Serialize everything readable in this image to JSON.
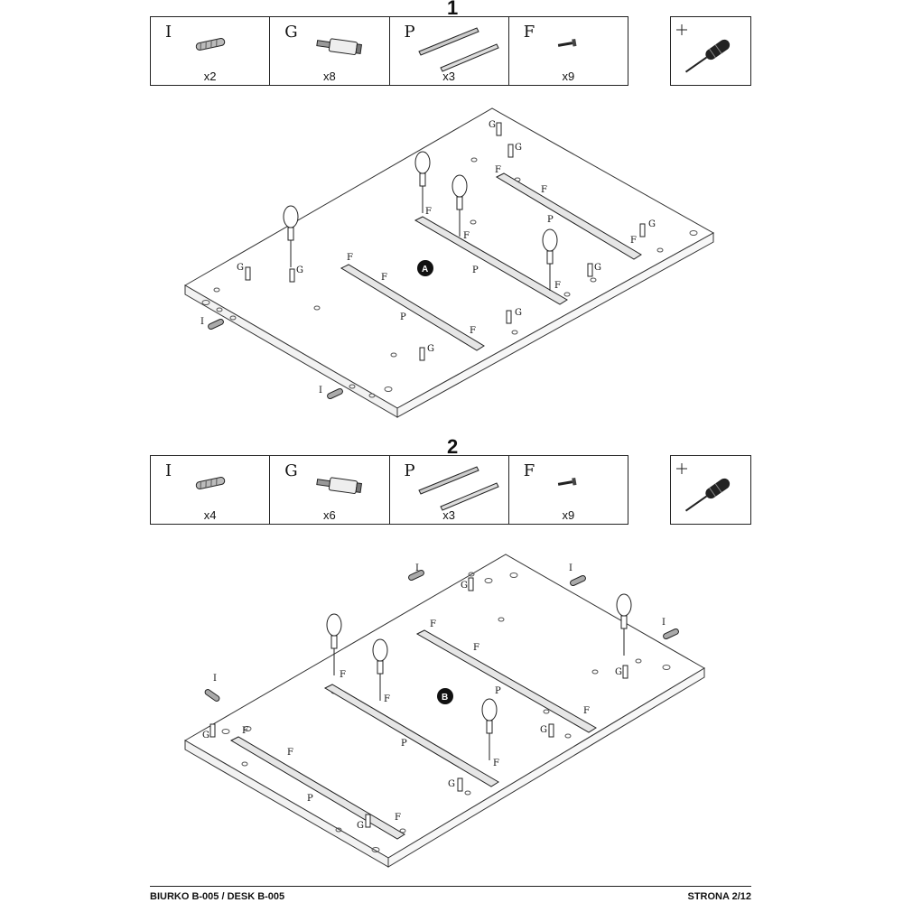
{
  "steps": [
    {
      "number": "1",
      "parts": [
        {
          "letter": "I",
          "qty": "x2",
          "icon": "dowel-icon"
        },
        {
          "letter": "G",
          "qty": "x8",
          "icon": "cam-bolt-icon"
        },
        {
          "letter": "P",
          "qty": "x3",
          "icon": "drawer-slide-icon"
        },
        {
          "letter": "F",
          "qty": "x9",
          "icon": "screw-icon"
        }
      ],
      "tool": {
        "symbol": "+",
        "icon": "phillips-screwdriver-icon"
      },
      "marker": "A"
    },
    {
      "number": "2",
      "parts": [
        {
          "letter": "I",
          "qty": "x4",
          "icon": "dowel-icon"
        },
        {
          "letter": "G",
          "qty": "x6",
          "icon": "cam-bolt-icon"
        },
        {
          "letter": "P",
          "qty": "x3",
          "icon": "drawer-slide-icon"
        },
        {
          "letter": "F",
          "qty": "x9",
          "icon": "screw-icon"
        }
      ],
      "tool": {
        "symbol": "+",
        "icon": "phillips-screwdriver-icon"
      },
      "marker": "B"
    }
  ],
  "labels": {
    "dowel": "I",
    "bolt": "G",
    "slide": "P",
    "screw": "F"
  },
  "footer": {
    "left": "BIURKO B-005 / DESK B-005",
    "right": "STRONA 2/12"
  }
}
